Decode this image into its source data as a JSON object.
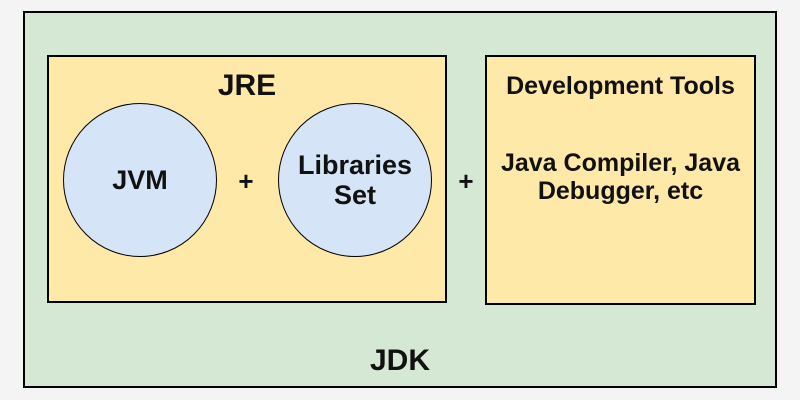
{
  "diagram": {
    "jdk_label": "JDK",
    "jre": {
      "title": "JRE",
      "jvm_label": "JVM",
      "plus": "+",
      "libraries_label": "Libraries Set"
    },
    "plus": "+",
    "dev_tools": {
      "title": "Development Tools",
      "body": "Java Compiler, Java Debugger, etc"
    },
    "colors": {
      "outer_bg": "#f4f4f5",
      "jdk_fill": "#d5e8d4",
      "box_fill": "#ffe9a9",
      "circle_fill": "#d6e4f7",
      "border": "#000000",
      "text": "#111111"
    }
  }
}
